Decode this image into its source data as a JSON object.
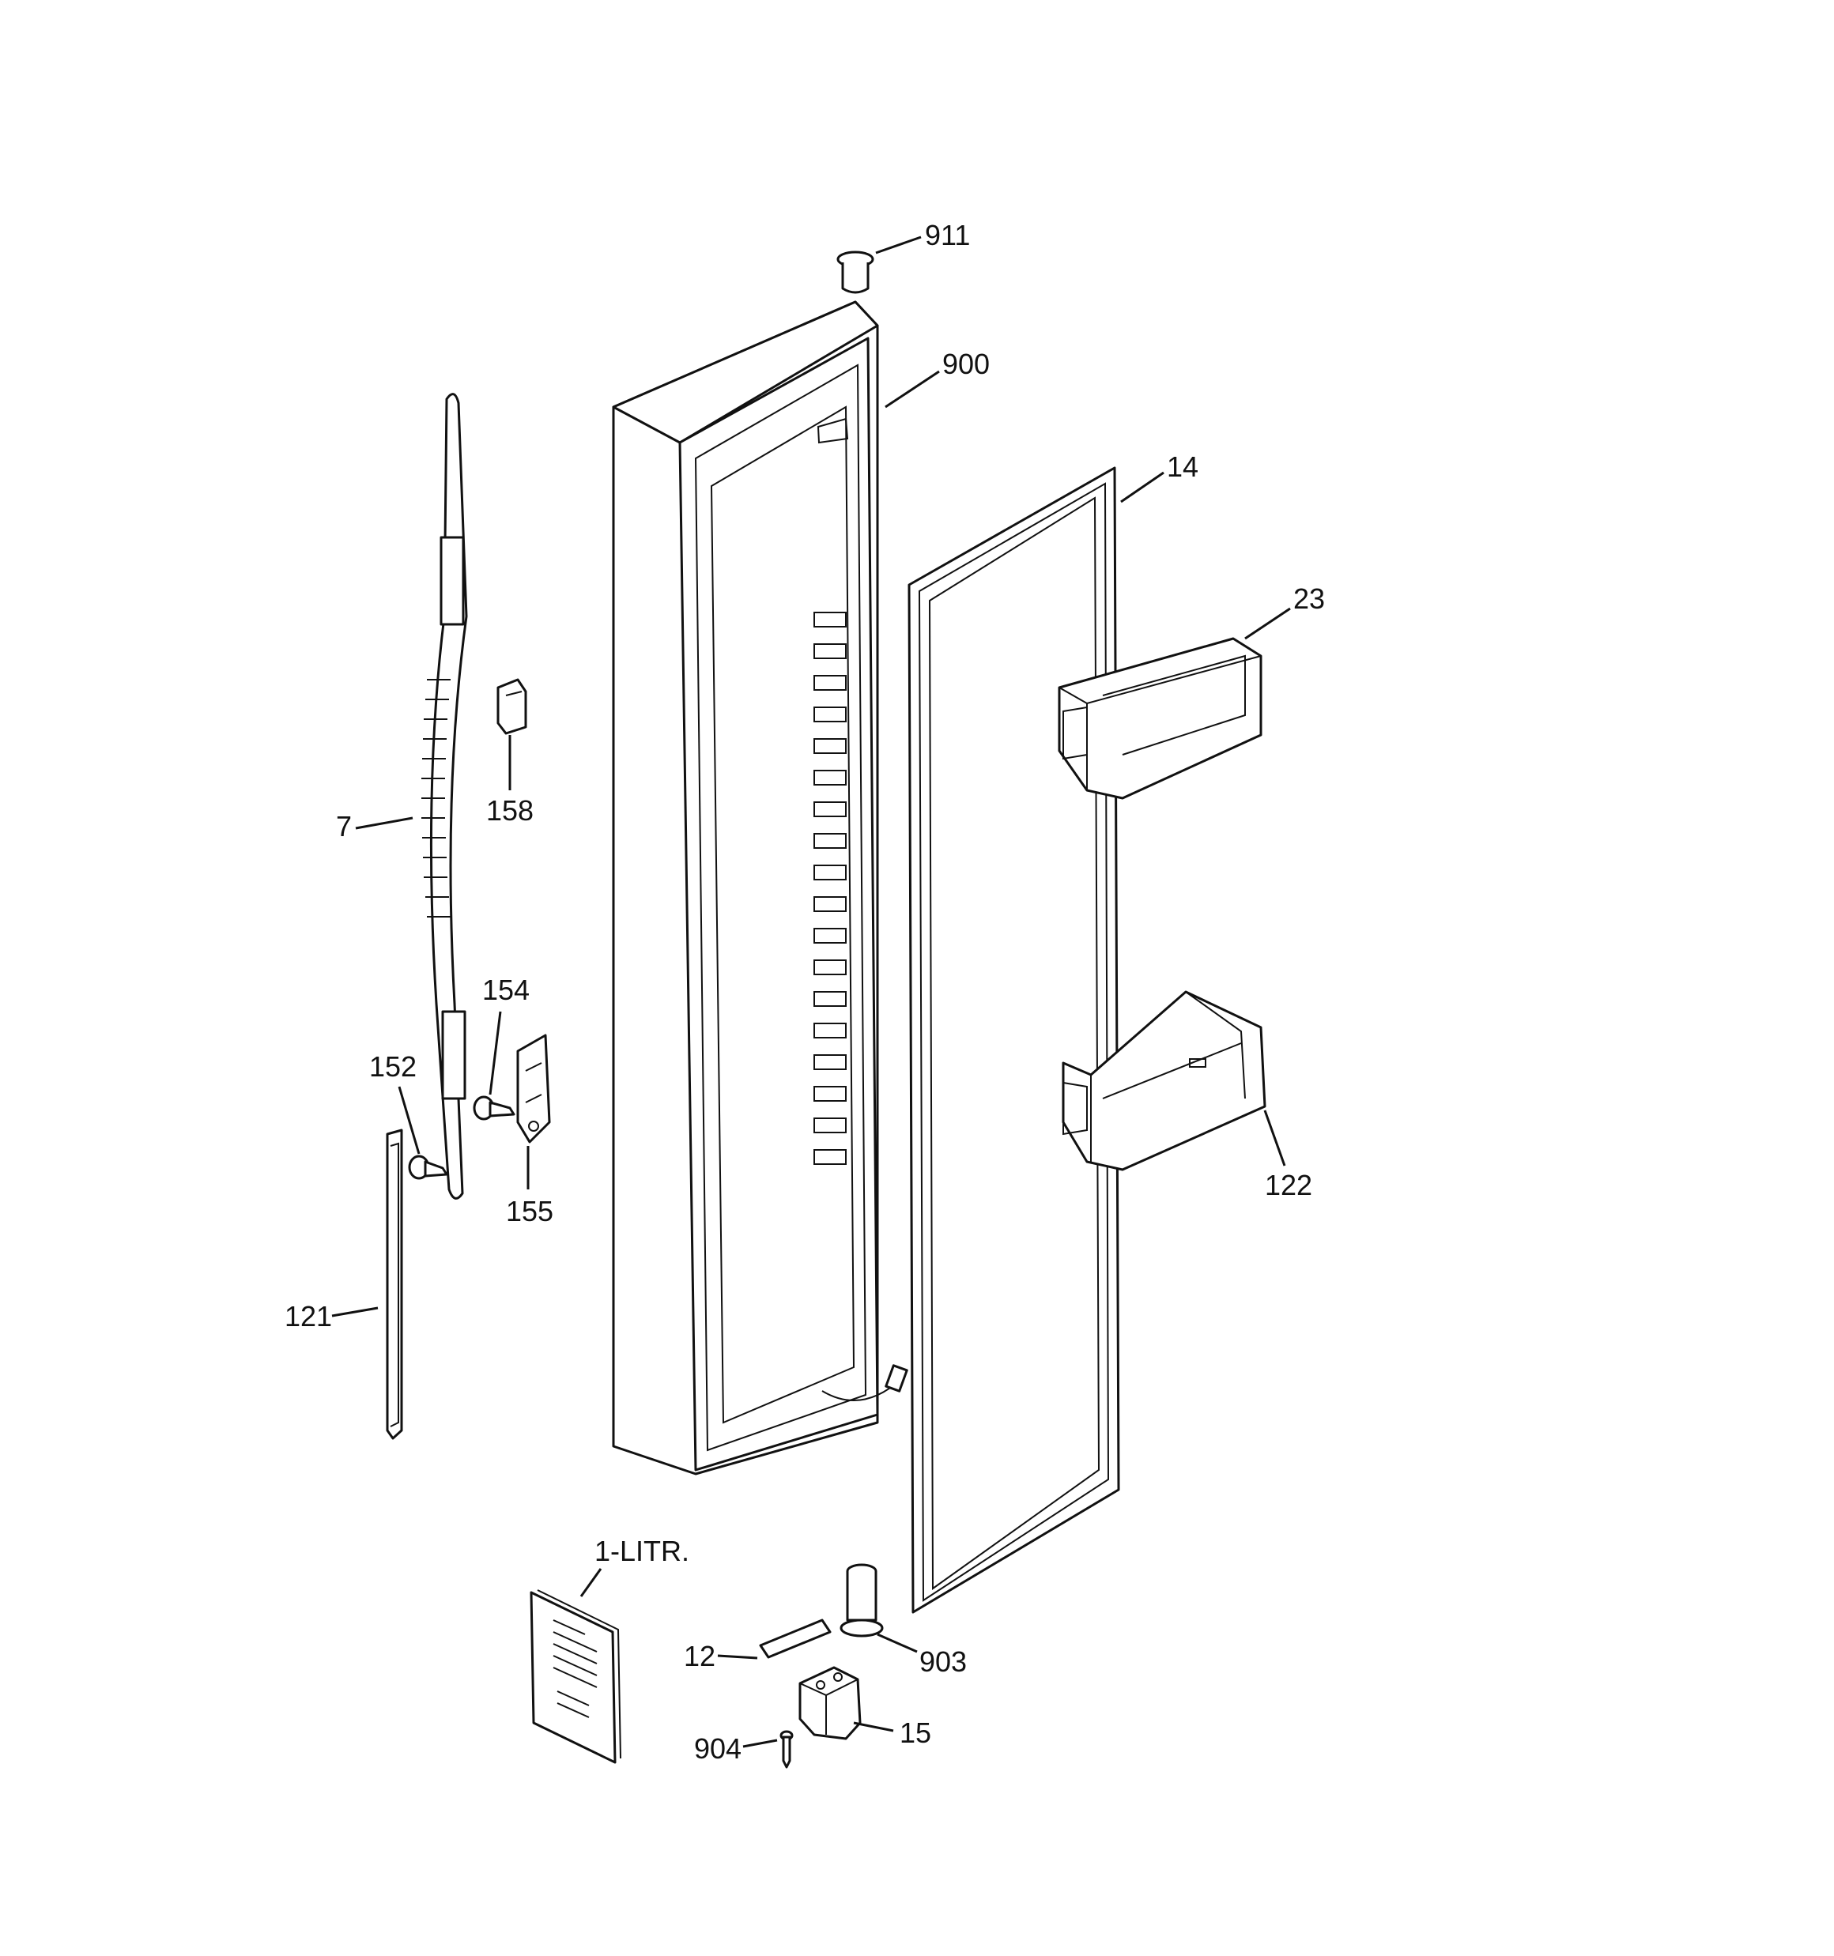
{
  "diagram": {
    "callouts": {
      "c911": "911",
      "c900": "900",
      "c14": "14",
      "c23": "23",
      "c7": "7",
      "c158": "158",
      "c154": "154",
      "c152": "152",
      "c155": "155",
      "c122": "122",
      "c121": "121",
      "c1litr": "1-LITR.",
      "c12": "12",
      "c903": "903",
      "c904": "904",
      "c15": "15"
    }
  }
}
